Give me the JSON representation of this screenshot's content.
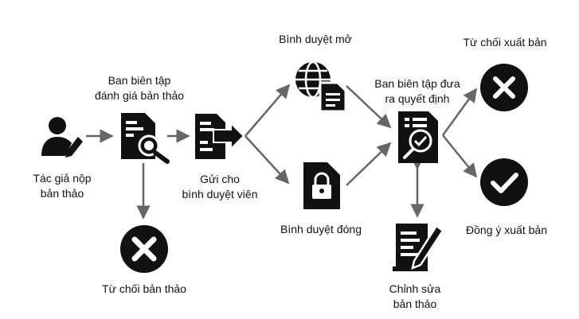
{
  "diagram": {
    "colors": {
      "icon": "#111111",
      "arrow": "#666666",
      "background": "#ffffff"
    },
    "nodes": {
      "author": {
        "label_lines": [
          "Tác giả nộp",
          "bản thảo"
        ],
        "icon": "user-edit-icon"
      },
      "editor_review": {
        "label_lines": [
          "Ban biên tập",
          "đánh giá bản thảo"
        ],
        "icon": "document-search-icon"
      },
      "reject_manuscript": {
        "label_lines": [
          "Từ chối bản thảo"
        ],
        "icon": "reject-circle-icon"
      },
      "send_reviewers": {
        "label_lines": [
          "Gửi cho",
          "bình duyệt viên"
        ],
        "icon": "document-send-icon"
      },
      "open_review": {
        "label_lines": [
          "Bình duyệt mở"
        ],
        "icon": "globe-document-icon"
      },
      "closed_review": {
        "label_lines": [
          "Bình duyệt đóng"
        ],
        "icon": "locked-document-icon"
      },
      "editor_decision": {
        "label_lines": [
          "Ban biên tập đưa",
          "ra quyết định"
        ],
        "icon": "document-check-icon"
      },
      "revise": {
        "label_lines": [
          "Chỉnh sửa",
          "bản thảo"
        ],
        "icon": "document-pen-icon"
      },
      "reject_publication": {
        "label_lines": [
          "Từ chối xuất bản"
        ],
        "icon": "x-circle-icon"
      },
      "accept_publication": {
        "label_lines": [
          "Đồng ý xuất bản"
        ],
        "icon": "check-circle-icon"
      }
    }
  }
}
